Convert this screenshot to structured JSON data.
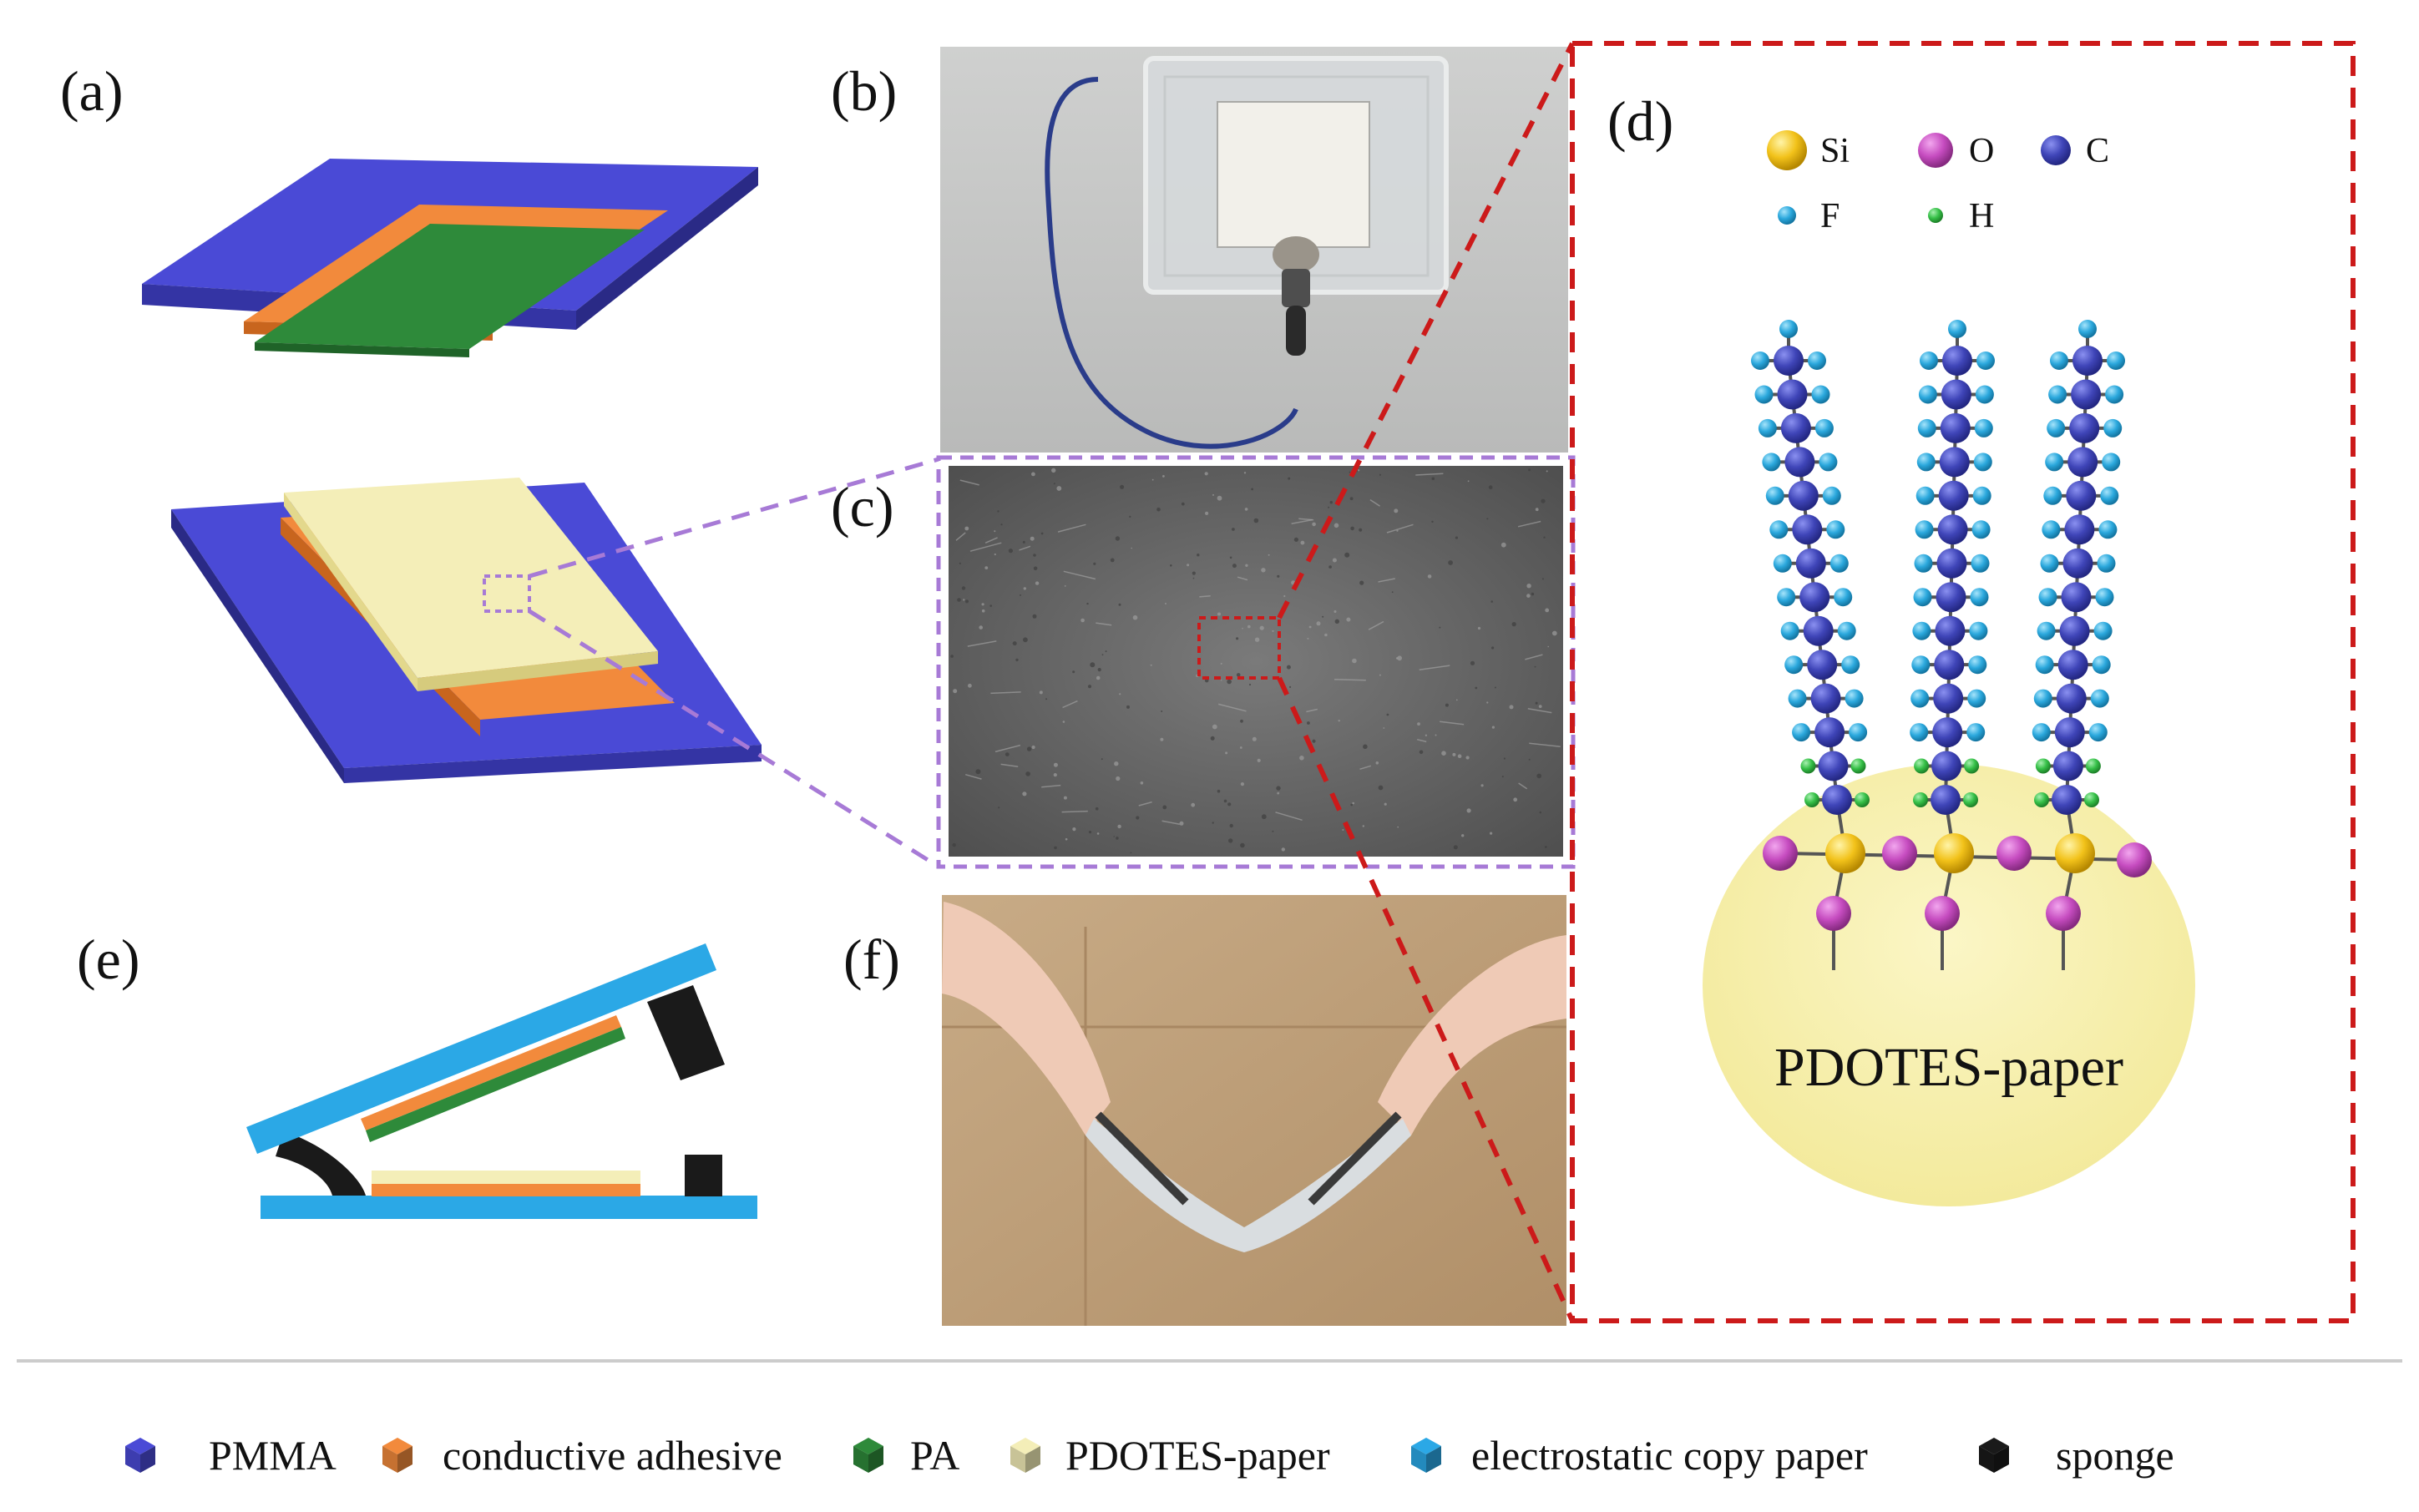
{
  "panels": {
    "a": "(a)",
    "b": "(b)",
    "c": "(c)",
    "d": "(d)",
    "e": "(e)",
    "f": "(f)"
  },
  "atoms": [
    {
      "symbol": "Si",
      "color": "#f2c21a"
    },
    {
      "symbol": "O",
      "color": "#c64cc0"
    },
    {
      "symbol": "C",
      "color": "#3f45b8"
    },
    {
      "symbol": "F",
      "color": "#2ba8dd"
    },
    {
      "symbol": "H",
      "color": "#36c048"
    }
  ],
  "substrate_label": "PDOTES-paper",
  "legend": [
    {
      "label": "PMMA",
      "color": "#4a4ad6"
    },
    {
      "label": "conductive adhesive",
      "color": "#f28a3c"
    },
    {
      "label": "PA",
      "color": "#2e8a3a"
    },
    {
      "label": "PDOTES-paper",
      "color": "#f4eeb8"
    },
    {
      "label": "electrostatic copy paper",
      "color": "#2ba8e6"
    },
    {
      "label": "sponge",
      "color": "#1a1a1a"
    }
  ],
  "colors": {
    "pmma": "#4a4ad6",
    "adhesive": "#f28a3c",
    "pa": "#2e8a3a",
    "pdotes": "#f4eeb8",
    "copy_paper": "#2ba8e6",
    "sponge": "#1a1a1a",
    "red_dash": "#cc1a1a",
    "purple_dash": "#a77ad6"
  }
}
